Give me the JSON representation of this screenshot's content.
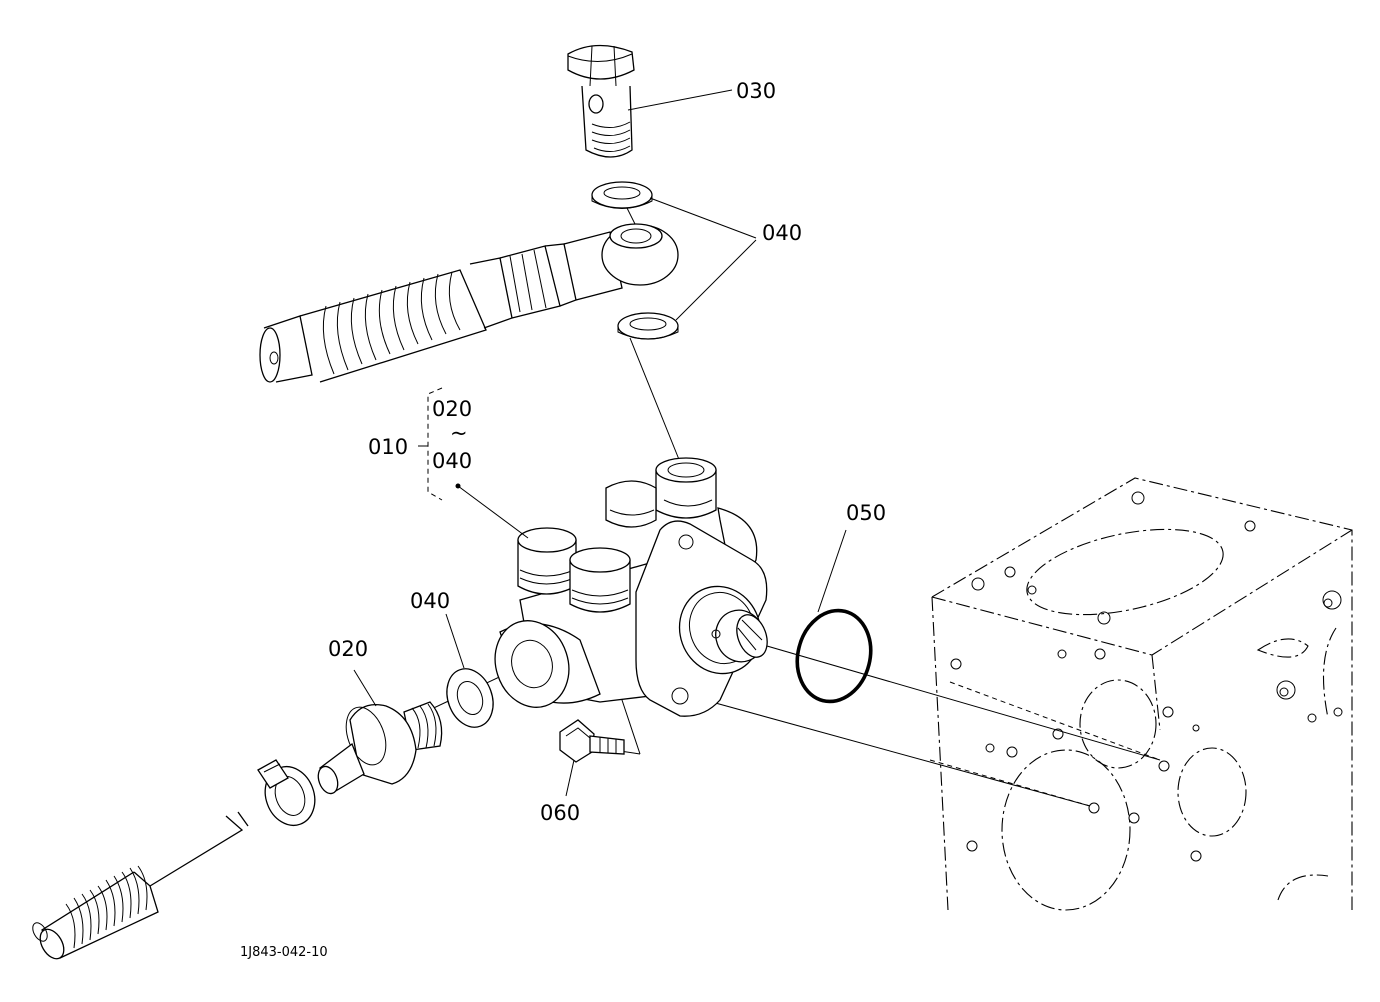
{
  "labels": {
    "l030": "030",
    "l040_top": "040",
    "l010": "010",
    "l020_range": "020",
    "tilde": "~",
    "l040_range": "040",
    "l050": "050",
    "l040_left": "040",
    "l020": "020",
    "l060": "060"
  },
  "reference_code": "1J843-042-10"
}
